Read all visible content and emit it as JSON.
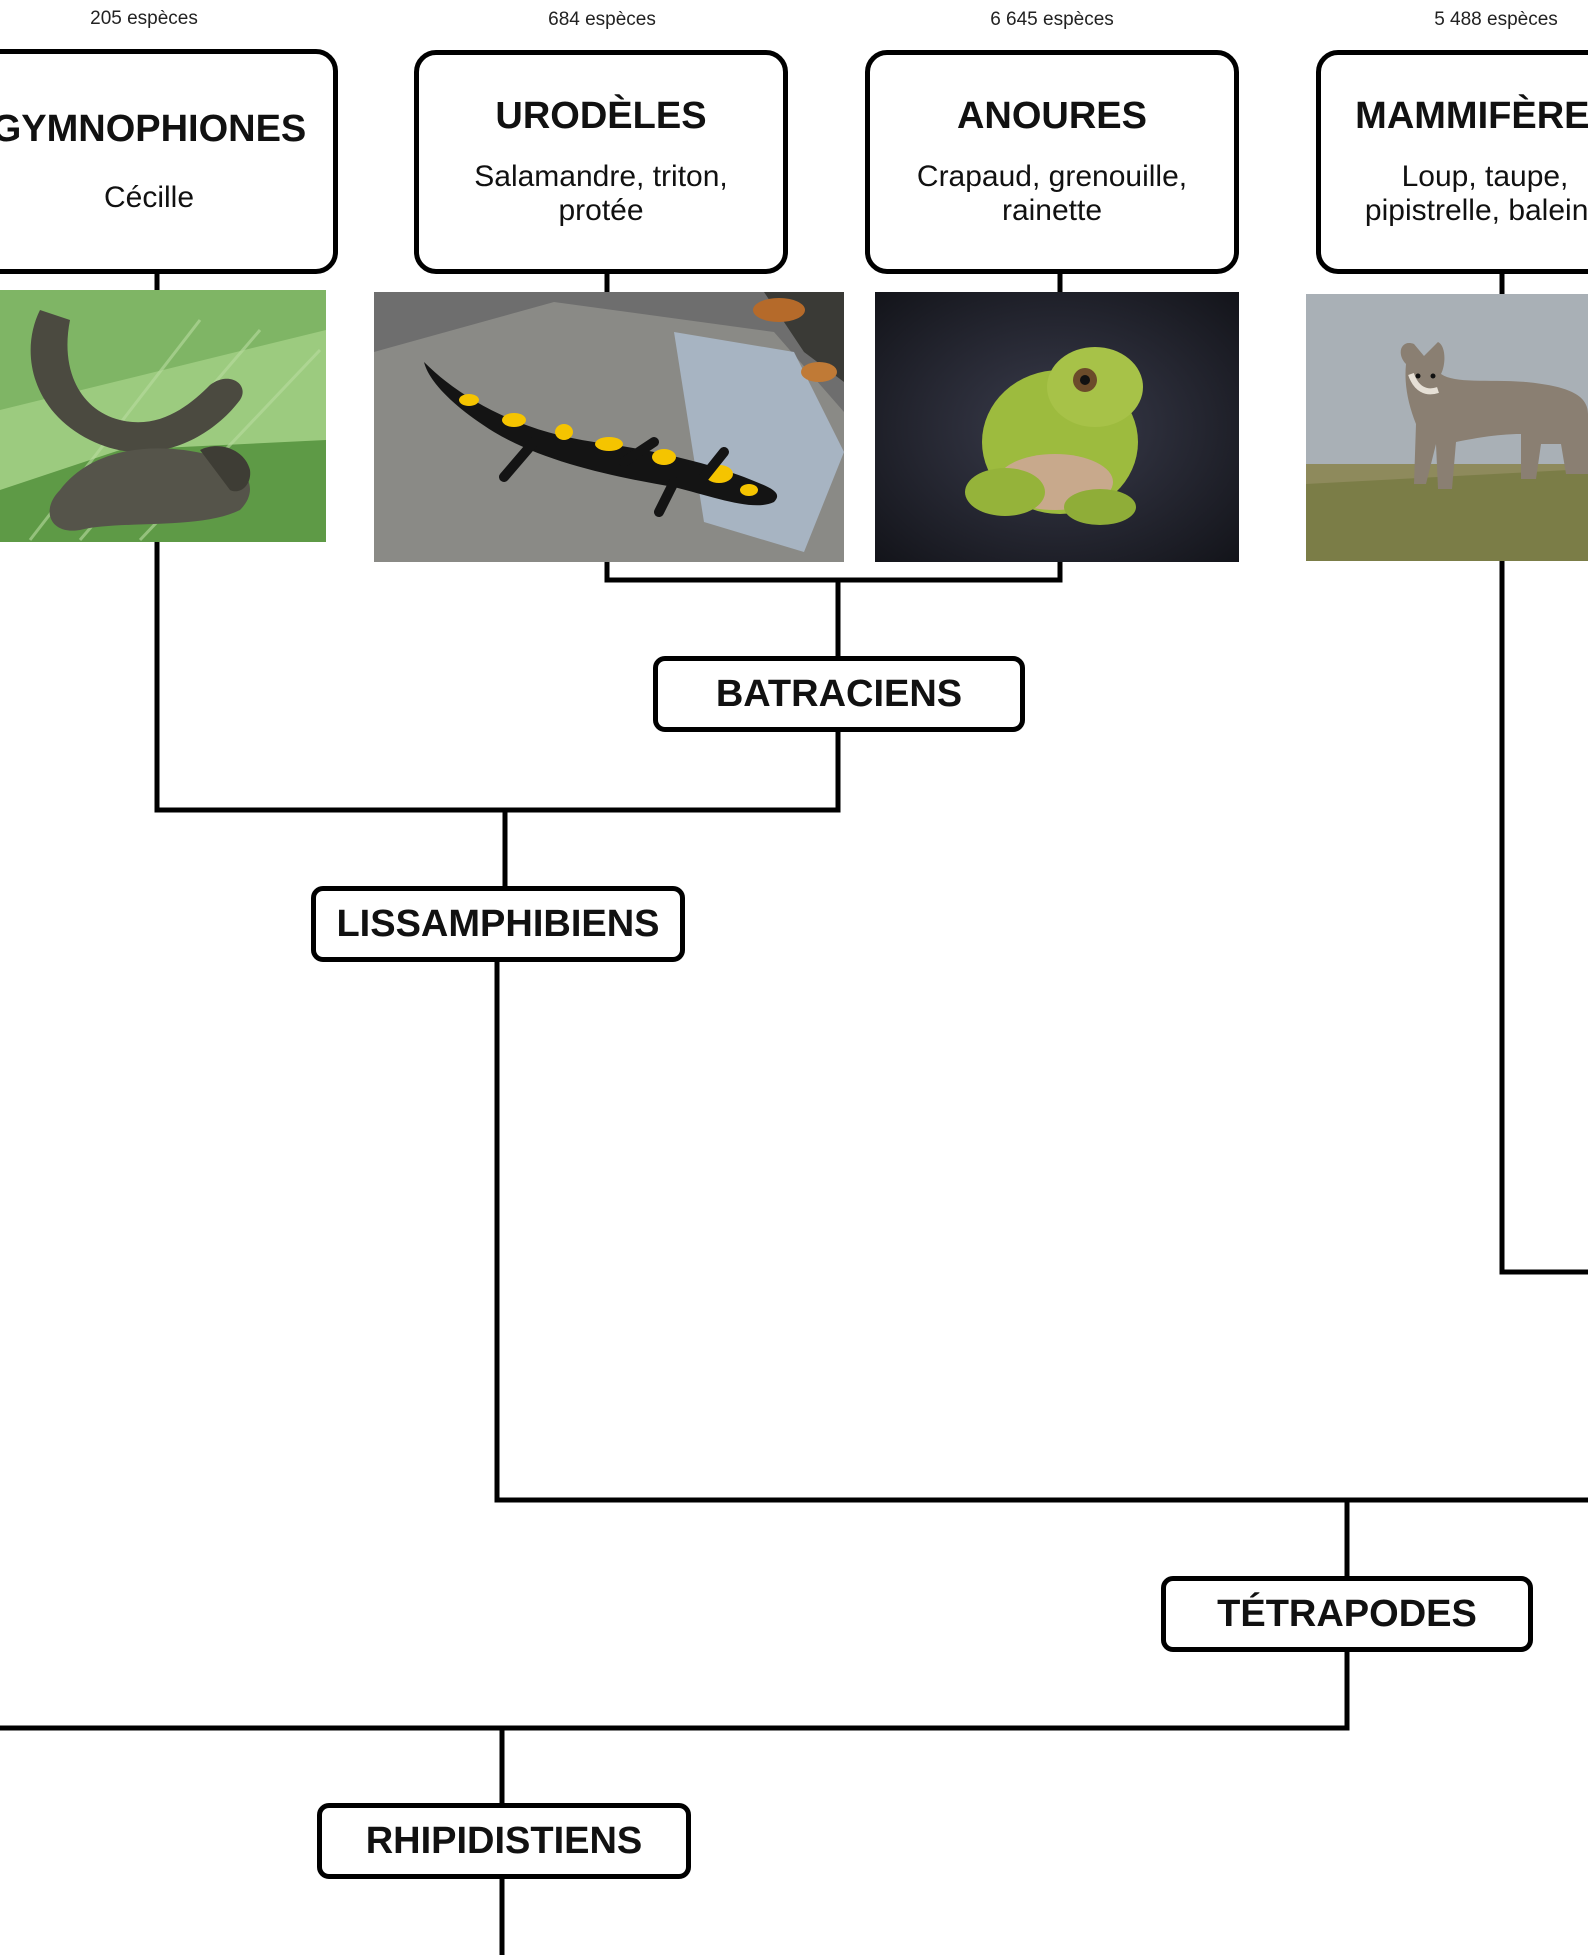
{
  "taxa": [
    {
      "name": "GYMNOPHIONES",
      "examples": "Cécille",
      "species": "205 espèces"
    },
    {
      "name": "URODÈLES",
      "examples": "Salamandre, triton, protée",
      "species": "684 espèces"
    },
    {
      "name": "ANOURES",
      "examples": "Crapaud, grenouille, rainette",
      "species": "6 645 espèces"
    },
    {
      "name": "MAMMIFÈRES",
      "examples": "Loup, taupe, pipistrelle, baleine",
      "species": "5 488 espèces"
    }
  ],
  "clades": {
    "batraciens": "BATRACIENS",
    "lissamphibiens": "LISSAMPHIBIENS",
    "tetrapodes": "TÉTRAPODES",
    "rhipidistiens": "RHIPIDISTIENS"
  },
  "photos": [
    "caecilian-photo",
    "fire-salamander-photo",
    "tree-frog-photo",
    "wolf-photo"
  ],
  "colors": {
    "line": "#000000",
    "salamander_yellow": "#f5c400",
    "frog_green": "#9dbb3e",
    "leaf_green": "#6aa843"
  }
}
